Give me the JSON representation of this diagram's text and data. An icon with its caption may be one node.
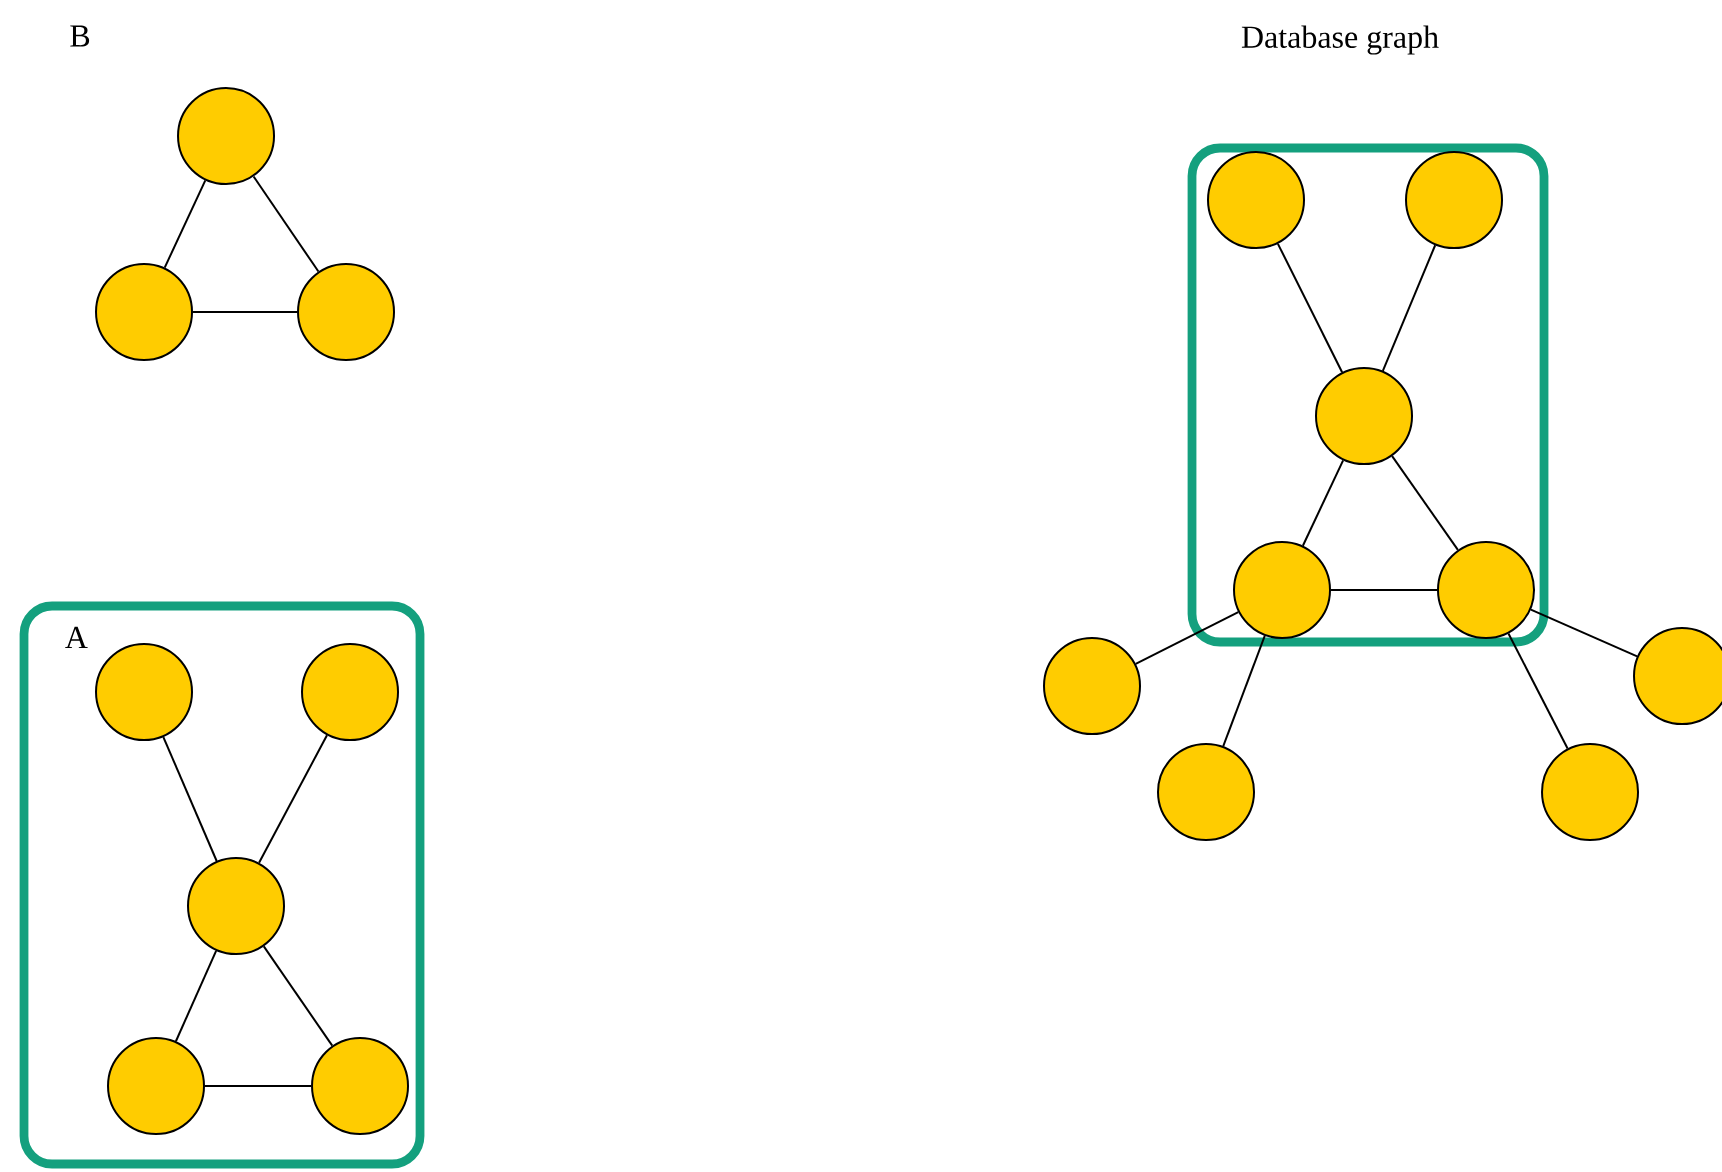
{
  "diagram": {
    "nodes": [
      {
        "text": [],
        "shape": "circle"
      },
      {
        "text": [],
        "shape": "circle"
      },
      {
        "text": [],
        "shape": "circle"
      },
      {
        "text": [],
        "shape": "box"
      },
      {
        "text": [],
        "shape": "circle",
        "in": 3
      },
      {
        "text": [],
        "shape": "circle",
        "in": 3
      },
      {
        "text": [],
        "shape": "circle",
        "in": 3
      },
      {
        "text": [],
        "shape": "circle",
        "in": 3
      },
      {
        "text": [],
        "shape": "circle",
        "in": 3
      },
      {
        "text": [],
        "shape": "circle"
      },
      {
        "text": [],
        "shape": "circle"
      },
      {
        "text": [],
        "shape": "circle"
      },
      {
        "text": [],
        "shape": "circle"
      },
      {
        "text": [
          "A"
        ]
      },
      {
        "text": [],
        "shape": "circle",
        "in": 13
      },
      {
        "text": [],
        "shape": "circle",
        "in": 13
      },
      {
        "text": [],
        "shape": "circle",
        "in": 13
      },
      {
        "text": [],
        "shape": "circle",
        "in": 13
      },
      {
        "text": [],
        "shape": "circle",
        "in": 13
      }
    ],
    "edges": [
      {
        "from": 0,
        "to": 1,
        "arrow": "none"
      },
      {
        "from": 0,
        "to": 2,
        "arrow": "none"
      },
      {
        "from": 1,
        "to": 2,
        "arrow": "none"
      },
      {
        "from": 4,
        "to": 6,
        "arrow": "none"
      },
      {
        "from": 5,
        "to": 6,
        "arrow": "none"
      },
      {
        "from": 6,
        "to": 7,
        "arrow": "none"
      },
      {
        "from": 6,
        "to": 8,
        "arrow": "none"
      },
      {
        "from": 7,
        "to": 8,
        "arrow": "none"
      },
      {
        "from": 7,
        "to": 9,
        "arrow": "none"
      },
      {
        "from": 7,
        "to": 10,
        "arrow": "none"
      },
      {
        "from": 8,
        "to": 11,
        "arrow": "none"
      },
      {
        "from": 8,
        "to": 12,
        "arrow": "none"
      },
      {
        "from": 14,
        "to": 16,
        "arrow": "none"
      },
      {
        "from": 15,
        "to": 16,
        "arrow": "none"
      },
      {
        "from": 16,
        "to": 17,
        "arrow": "none"
      },
      {
        "from": 16,
        "to": 18,
        "arrow": "none"
      },
      {
        "from": 17,
        "to": 18,
        "arrow": "none"
      }
    ],
    "labels": [
      "B",
      "Database graph"
    ]
  }
}
